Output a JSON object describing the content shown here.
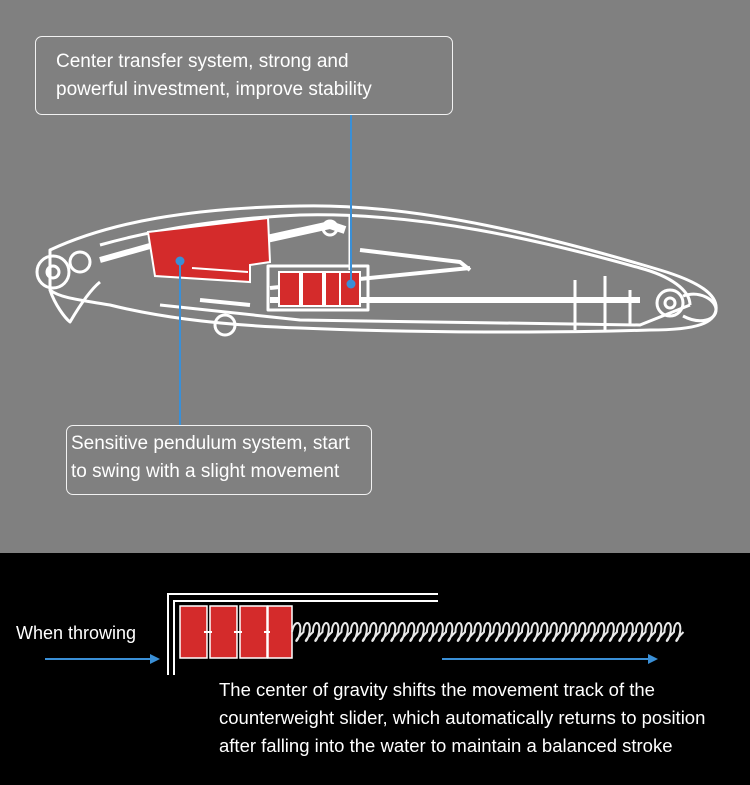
{
  "callouts": {
    "center_transfer": {
      "line1": "Center transfer system, strong and",
      "line2": "powerful investment, improve stability"
    },
    "pendulum": {
      "line1": "Sensitive pendulum system, start",
      "line2": "to swing with a slight movement"
    }
  },
  "throwing": {
    "label": "When throwing",
    "description": {
      "line1": "The center of gravity shifts the movement track of the",
      "line2": "counterweight slider, which automatically returns to position",
      "line3": "after falling into the water to maintain a balanced stroke"
    }
  },
  "colors": {
    "weight_red": "#d42b2b",
    "leader_line": "#3a8fd6",
    "arrow_blue": "#3a8fd6",
    "outline": "#ffffff",
    "top_background": "#808080",
    "bottom_background": "#000000"
  }
}
